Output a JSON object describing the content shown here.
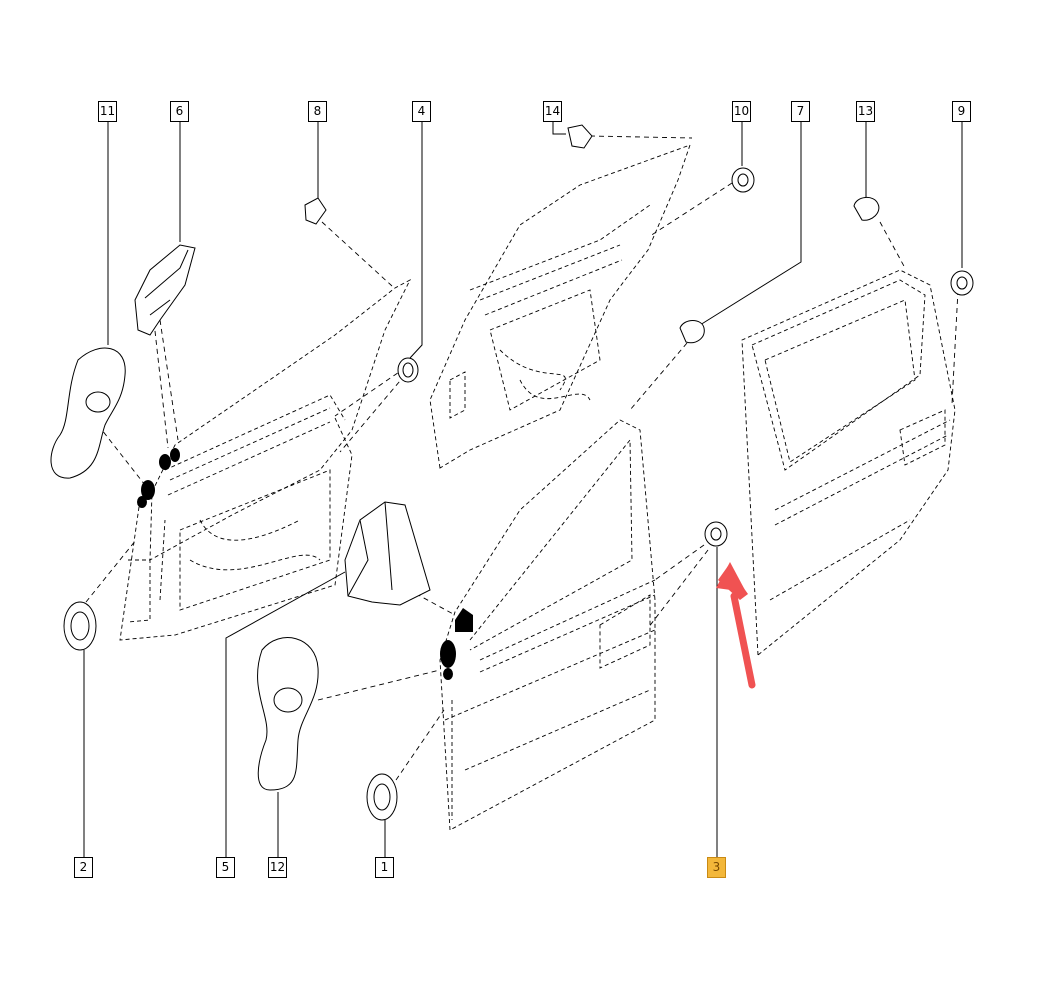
{
  "diagram": {
    "callouts": [
      {
        "id": "11",
        "label": "11",
        "highlighted": false
      },
      {
        "id": "6",
        "label": "6",
        "highlighted": false
      },
      {
        "id": "8",
        "label": "8",
        "highlighted": false
      },
      {
        "id": "4",
        "label": "4",
        "highlighted": false
      },
      {
        "id": "14",
        "label": "14",
        "highlighted": false
      },
      {
        "id": "10",
        "label": "10",
        "highlighted": false
      },
      {
        "id": "7",
        "label": "7",
        "highlighted": false
      },
      {
        "id": "13",
        "label": "13",
        "highlighted": false
      },
      {
        "id": "9",
        "label": "9",
        "highlighted": false
      },
      {
        "id": "2",
        "label": "2",
        "highlighted": false
      },
      {
        "id": "5",
        "label": "5",
        "highlighted": false
      },
      {
        "id": "12",
        "label": "12",
        "highlighted": false
      },
      {
        "id": "1",
        "label": "1",
        "highlighted": false
      },
      {
        "id": "3",
        "label": "3",
        "highlighted": true
      }
    ],
    "highlight_color": "#f3b73a",
    "arrow_color": "#f05252",
    "line_color": "#000000"
  }
}
